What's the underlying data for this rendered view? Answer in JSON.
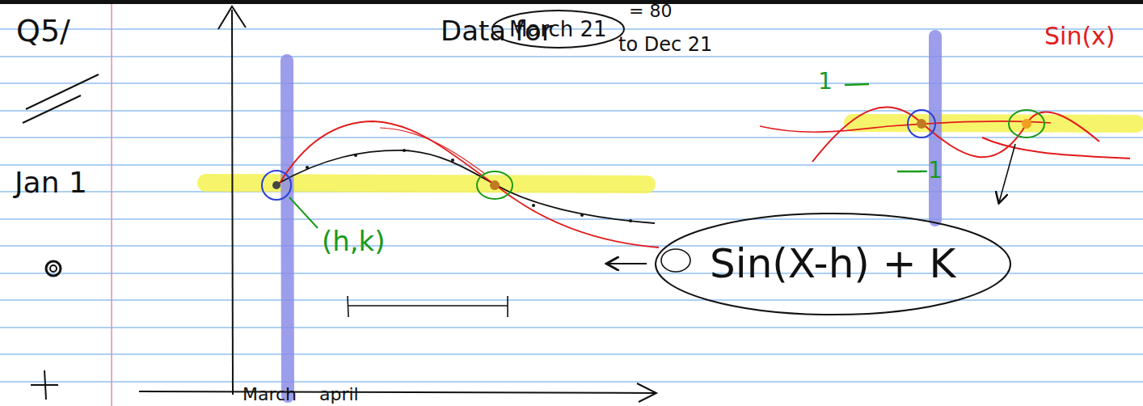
{
  "diagram": {
    "nodes": [
      {
        "text": [
          "March 21"
        ]
      },
      {
        "text": [
          "Sin(X-h) + K"
        ]
      }
    ],
    "labels": [
      "Q5/",
      "Data for",
      "= 80",
      "to Dec 21",
      "(h,k)",
      "Jan 1",
      "March",
      "april",
      "Sin(x)",
      "1",
      "-1"
    ]
  }
}
